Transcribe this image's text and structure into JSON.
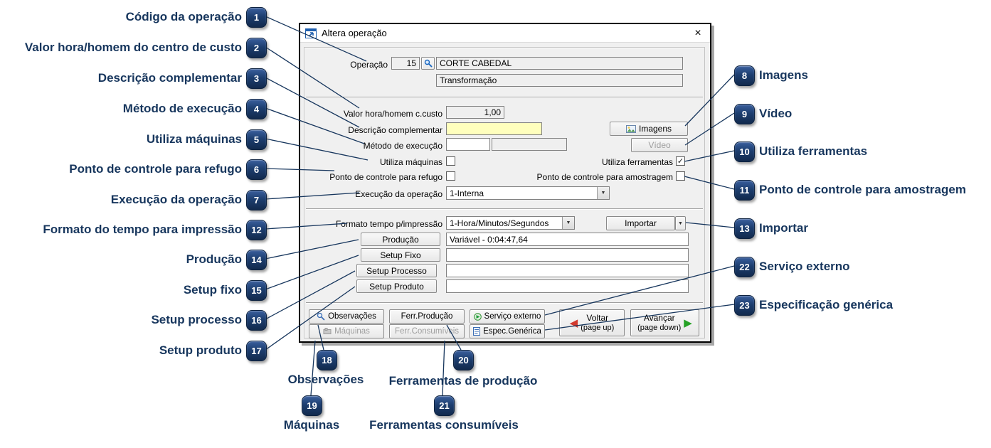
{
  "callouts": {
    "1": {
      "num": "1",
      "label": "Código da operação"
    },
    "2": {
      "num": "2",
      "label": "Valor hora/homem do centro de custo"
    },
    "3": {
      "num": "3",
      "label": "Descrição complementar"
    },
    "4": {
      "num": "4",
      "label": "Método de execução"
    },
    "5": {
      "num": "5",
      "label": "Utiliza máquinas"
    },
    "6": {
      "num": "6",
      "label": "Ponto de controle para refugo"
    },
    "7": {
      "num": "7",
      "label": "Execução da operação"
    },
    "8": {
      "num": "8",
      "label": "Imagens"
    },
    "9": {
      "num": "9",
      "label": "Vídeo"
    },
    "10": {
      "num": "10",
      "label": "Utiliza ferramentas"
    },
    "11": {
      "num": "11",
      "label": "Ponto de controle para amostragem"
    },
    "12": {
      "num": "12",
      "label": "Formato do tempo para impressão"
    },
    "13": {
      "num": "13",
      "label": "Importar"
    },
    "14": {
      "num": "14",
      "label": "Produção"
    },
    "15": {
      "num": "15",
      "label": "Setup fixo"
    },
    "16": {
      "num": "16",
      "label": "Setup processo"
    },
    "17": {
      "num": "17",
      "label": "Setup produto"
    },
    "18": {
      "num": "18",
      "label": "Observações"
    },
    "19": {
      "num": "19",
      "label": "Máquinas"
    },
    "20": {
      "num": "20",
      "label": "Ferramentas de produção"
    },
    "21": {
      "num": "21",
      "label": "Ferramentas consumíveis"
    },
    "22": {
      "num": "22",
      "label": "Serviço externo"
    },
    "23": {
      "num": "23",
      "label": "Especificação genérica"
    }
  },
  "window": {
    "title": "Altera operação",
    "operacao": {
      "label": "Operação",
      "code": "15",
      "name": "CORTE CABEDAL",
      "categoria": "Transformação"
    },
    "valor_hora": {
      "label": "Valor hora/homem c.custo",
      "value": "1,00"
    },
    "descricao_complementar": {
      "label": "Descrição complementar",
      "value": ""
    },
    "metodo_execucao": {
      "label": "Método de execução",
      "value1": "",
      "value2": ""
    },
    "utiliza_maquinas": {
      "label": "Utiliza máquinas"
    },
    "utiliza_ferramentas": {
      "label": "Utiliza ferramentas"
    },
    "ponto_refugo": {
      "label": "Ponto de controle para refugo"
    },
    "ponto_amostragem": {
      "label": "Ponto de controle para amostragem"
    },
    "execucao_operacao": {
      "label": "Execução da operação",
      "value": "1-Interna"
    },
    "formato_tempo": {
      "label": "Formato tempo p/impressão",
      "value": "1-Hora/Minutos/Segundos"
    },
    "producao_value": "Variável - 0:04:47,64",
    "setup_fixo_value": "",
    "setup_processo_value": "",
    "setup_produto_value": "",
    "buttons": {
      "imagens": "Imagens",
      "video": "Vídeo",
      "importar": "Importar",
      "producao": "Produção",
      "setup_fixo": "Setup Fixo",
      "setup_processo": "Setup Processo",
      "setup_produto": "Setup Produto",
      "observacoes": "Observações",
      "maquinas": "Máquinas",
      "ferr_producao": "Ferr.Produção",
      "ferr_consumiveis": "Ferr.Consumíveis",
      "servico_externo": "Serviço externo",
      "espec_generica": "Espec.Genérica",
      "voltar": "Voltar",
      "voltar_sub": "(page up)",
      "avancar": "Avançar",
      "avancar_sub": "(page down)"
    }
  },
  "icons": {
    "close": "×",
    "dropdown": "▼",
    "check": "✓",
    "back_arrow": "◀",
    "forward_arrow": "▶"
  },
  "colors": {
    "annotation_blue": "#17365d",
    "field_yellow": "#ffffbd",
    "back_arrow_red": "#d23a2e",
    "forward_arrow_green": "#26a226"
  }
}
